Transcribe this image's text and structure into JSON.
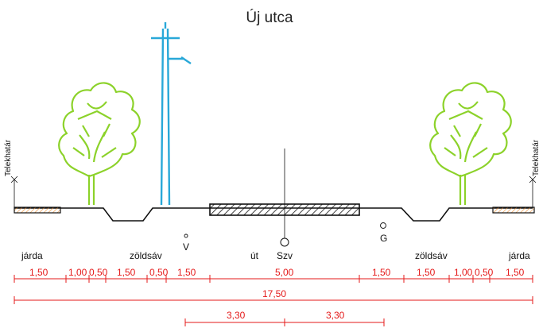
{
  "title": "Új utca",
  "boundary_label_left": "Telekhatár",
  "boundary_label_right": "Telekhatár",
  "zones": {
    "sidewalk_left": "járda",
    "green_left": "zöldsáv",
    "water": "V",
    "road": "út",
    "sewer": "Szv",
    "gas": "G",
    "green_right": "zöldsáv",
    "sidewalk_right": "járda"
  },
  "dims_row1": [
    "1,50",
    "1,00",
    "0,50",
    "1,50",
    "0,50",
    "1,50",
    "5,00",
    "1,50",
    "1,50",
    "1,00",
    "0,50",
    "1,50"
  ],
  "dims_total": "17,50",
  "dims_row3": [
    "3,30",
    "3,30"
  ],
  "colors": {
    "ground": "#111111",
    "dimension": "#e41919",
    "tree": "#8cd22a",
    "pole": "#29a8d8",
    "curb": "#f08a2a"
  }
}
